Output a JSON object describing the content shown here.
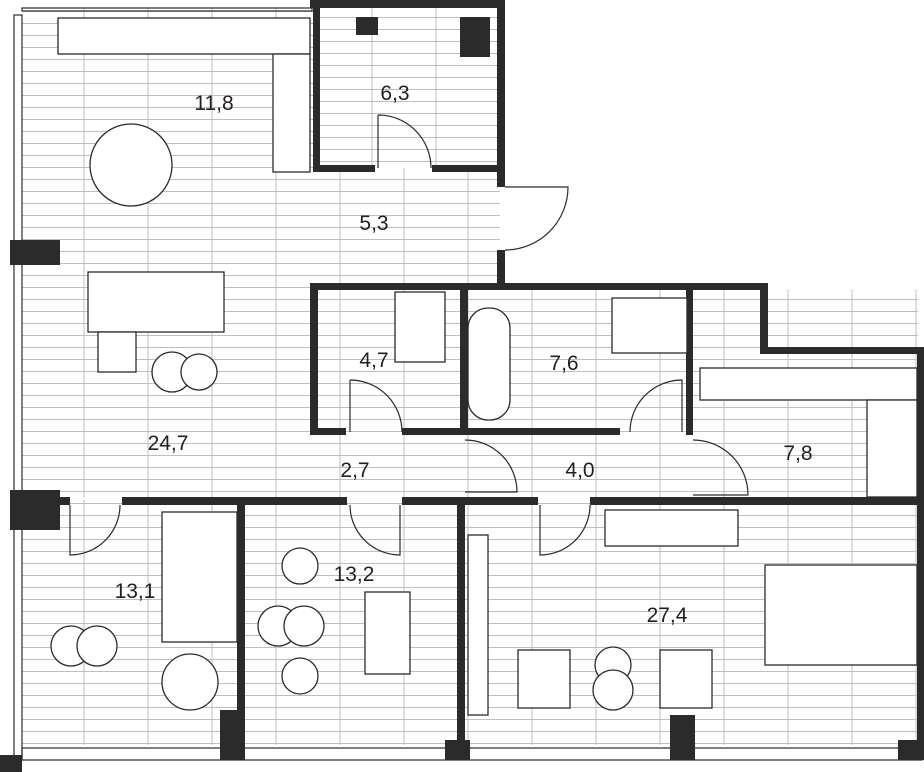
{
  "plan": {
    "rooms": [
      {
        "id": "kitchen",
        "area": "11,8"
      },
      {
        "id": "wardrobe-top",
        "area": "6,3"
      },
      {
        "id": "hall",
        "area": "5,3"
      },
      {
        "id": "living",
        "area": "24,7"
      },
      {
        "id": "wc",
        "area": "4,7"
      },
      {
        "id": "bathroom",
        "area": "7,6"
      },
      {
        "id": "dressing",
        "area": "7,8"
      },
      {
        "id": "corridor-left",
        "area": "2,7"
      },
      {
        "id": "corridor-right",
        "area": "4,0"
      },
      {
        "id": "bedroom-left",
        "area": "13,1"
      },
      {
        "id": "study",
        "area": "13,2"
      },
      {
        "id": "master-bedroom",
        "area": "27,4"
      }
    ],
    "colors": {
      "wall": "#2b2b2b",
      "plank": "#bfbfbf",
      "text": "#231f20"
    }
  }
}
